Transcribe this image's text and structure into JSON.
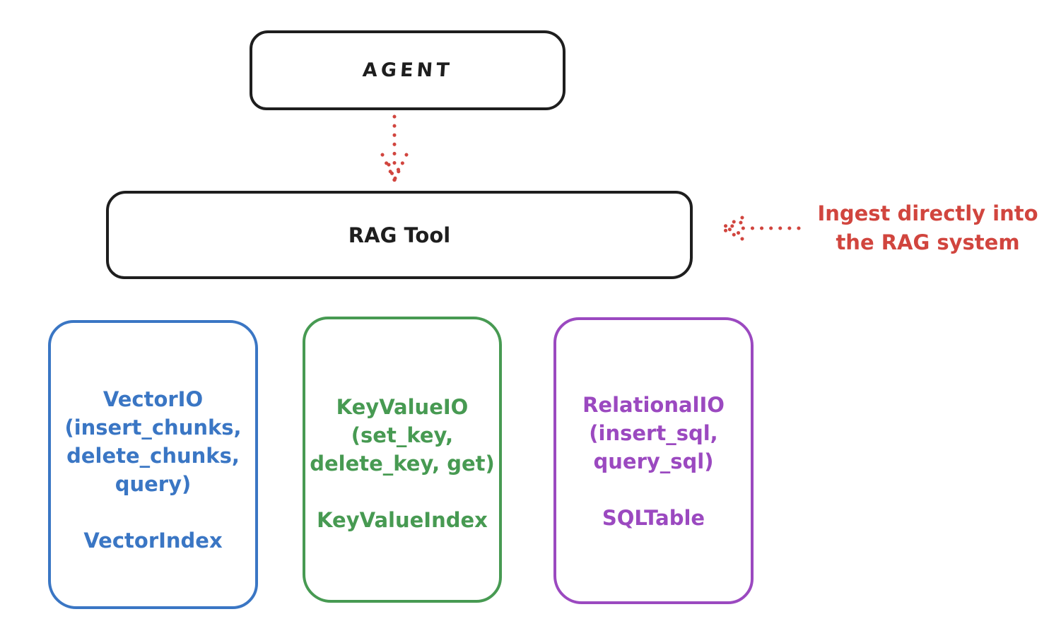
{
  "colors": {
    "ink": "#1e1e1e",
    "red": "#d1453e",
    "blue": "#3a76c4",
    "green": "#479a52",
    "purple": "#9b49c0",
    "background": "#ffffff"
  },
  "diagram": {
    "agent_box": {
      "label": "AGENT"
    },
    "rag_tool_box": {
      "label": "RAG Tool"
    },
    "icons": {
      "agent_to_rag_arrow": "dotted-arrow-down",
      "ingest_arrow": "dotted-arrow-left"
    },
    "annotation": {
      "line1": "Ingest directly into",
      "line2": "the RAG system"
    },
    "io_boxes": [
      {
        "name": "VectorIO",
        "color": "#3a76c4",
        "lines": [
          "VectorIO",
          "(insert_chunks,",
          "delete_chunks,",
          "query)"
        ],
        "index_label": "VectorIndex"
      },
      {
        "name": "KeyValueIO",
        "color": "#479a52",
        "lines": [
          "KeyValueIO",
          "(set_key,",
          "delete_key, get)"
        ],
        "index_label": "KeyValueIndex"
      },
      {
        "name": "RelationalIO",
        "color": "#9b49c0",
        "lines": [
          "RelationalIO",
          "(insert_sql,",
          "query_sql)"
        ],
        "index_label": "SQLTable"
      }
    ]
  }
}
